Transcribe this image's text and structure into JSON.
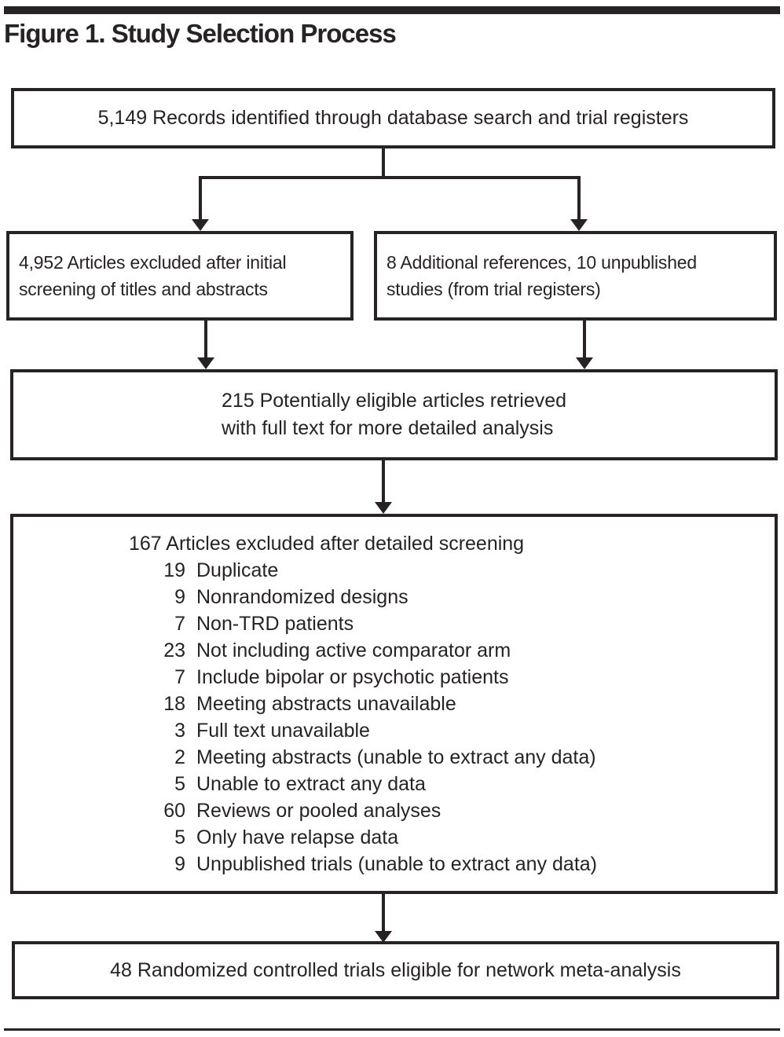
{
  "page": {
    "title": "Figure 1. Study Selection Process",
    "ink_color": "#272324",
    "background_color": "#ffffff"
  },
  "flow": {
    "records_identified": {
      "text": "5,149 Records identified through database search and trial registers"
    },
    "initial_excluded": {
      "line1": "4,952 Articles excluded after initial",
      "line2": "screening of titles and abstracts"
    },
    "additional_references": {
      "line1": "8 Additional references, 10 unpublished",
      "line2": "studies (from trial registers)"
    },
    "eligible_fulltext": {
      "line1": "215 Potentially eligible articles retrieved",
      "line2": "with full text for more detailed analysis"
    },
    "detailed_exclusions": {
      "header": "167 Articles excluded after detailed screening",
      "items": [
        {
          "count": "19",
          "reason": "Duplicate"
        },
        {
          "count": "9",
          "reason": "Nonrandomized designs"
        },
        {
          "count": "7",
          "reason": "Non-TRD patients"
        },
        {
          "count": "23",
          "reason": "Not including active comparator arm"
        },
        {
          "count": "7",
          "reason": "Include bipolar or psychotic patients"
        },
        {
          "count": "18",
          "reason": "Meeting abstracts unavailable"
        },
        {
          "count": "3",
          "reason": "Full text unavailable"
        },
        {
          "count": "2",
          "reason": "Meeting abstracts (unable to extract any data)"
        },
        {
          "count": "5",
          "reason": "Unable to extract any data"
        },
        {
          "count": "60",
          "reason": "Reviews or pooled analyses"
        },
        {
          "count": "5",
          "reason": "Only have relapse data"
        },
        {
          "count": "9",
          "reason": "Unpublished trials (unable to extract any data)"
        }
      ]
    },
    "final_included": {
      "text": "48 Randomized controlled trials eligible for network meta-analysis"
    }
  }
}
